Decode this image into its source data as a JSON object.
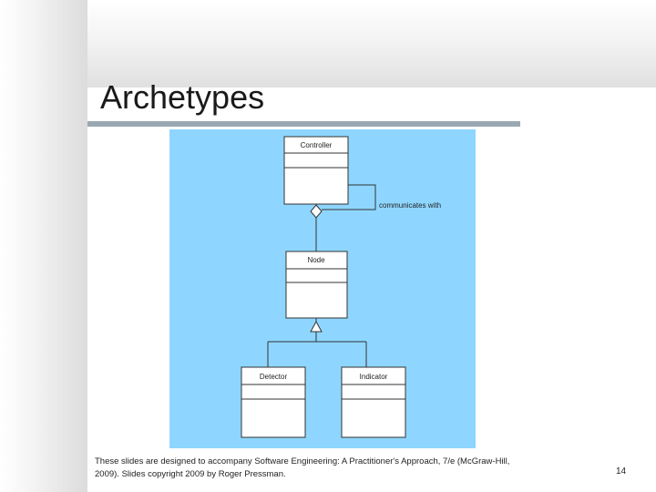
{
  "slide": {
    "title": "Archetypes",
    "footer": "These slides are designed to accompany Software Engineering: A Practitioner's Approach, 7/e (McGraw-Hill, 2009). Slides copyright 2009 by Roger Pressman.",
    "page_number": "14"
  },
  "diagram": {
    "background_color": "#8ed6ff",
    "classes": {
      "controller": "Controller",
      "node": "Node",
      "detector": "Detector",
      "indicator": "Indicator"
    },
    "association_label": "communicates with"
  }
}
